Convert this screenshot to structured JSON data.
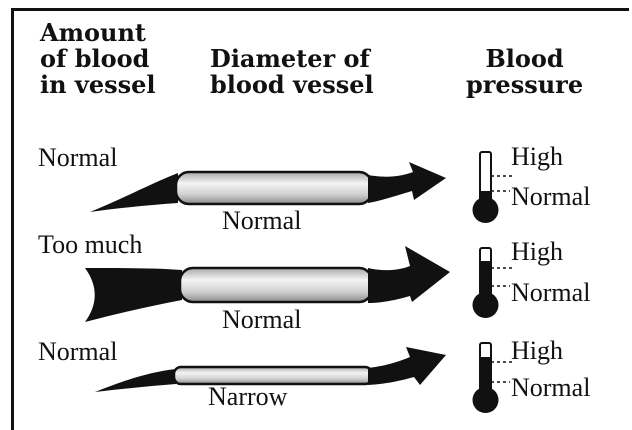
{
  "headers": {
    "amount": "Amount\nof blood\nin vessel",
    "diameter": "Diameter of\nblood vessel",
    "pressure": "Blood\npressure"
  },
  "rows": [
    {
      "amount": "Normal",
      "diameter": "Normal",
      "high": "High",
      "normal": "Normal",
      "pressure_level": "normal"
    },
    {
      "amount": "Too much",
      "diameter": "Normal",
      "high": "High",
      "normal": "Normal",
      "pressure_level": "high"
    },
    {
      "amount": "Normal",
      "diameter": "Narrow",
      "high": "High",
      "normal": "Normal",
      "pressure_level": "high"
    }
  ],
  "colors": {
    "ink": "#111111",
    "tube": "#d8d8d8",
    "background": "#ffffff"
  }
}
